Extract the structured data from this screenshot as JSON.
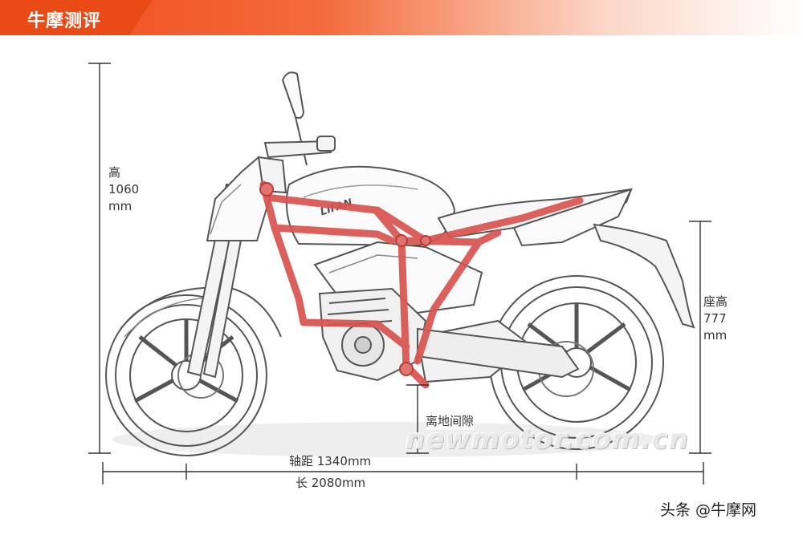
{
  "header": {
    "title": "牛摩测评"
  },
  "dimensions": {
    "height": {
      "label": "高",
      "value": "1060",
      "unit": "mm"
    },
    "seat_height": {
      "label": "座高",
      "value": "777",
      "unit": "mm"
    },
    "ground_clearance": {
      "label": "离地间隙"
    },
    "wheelbase": "轴距 1340mm",
    "length": "长 2080mm"
  },
  "tank_brand": "LIFAN",
  "watermark": "newmotor.com.cn",
  "source": "头条 @牛摩网",
  "colors": {
    "accent": "#ea4a16",
    "frame": "#d9534f"
  }
}
